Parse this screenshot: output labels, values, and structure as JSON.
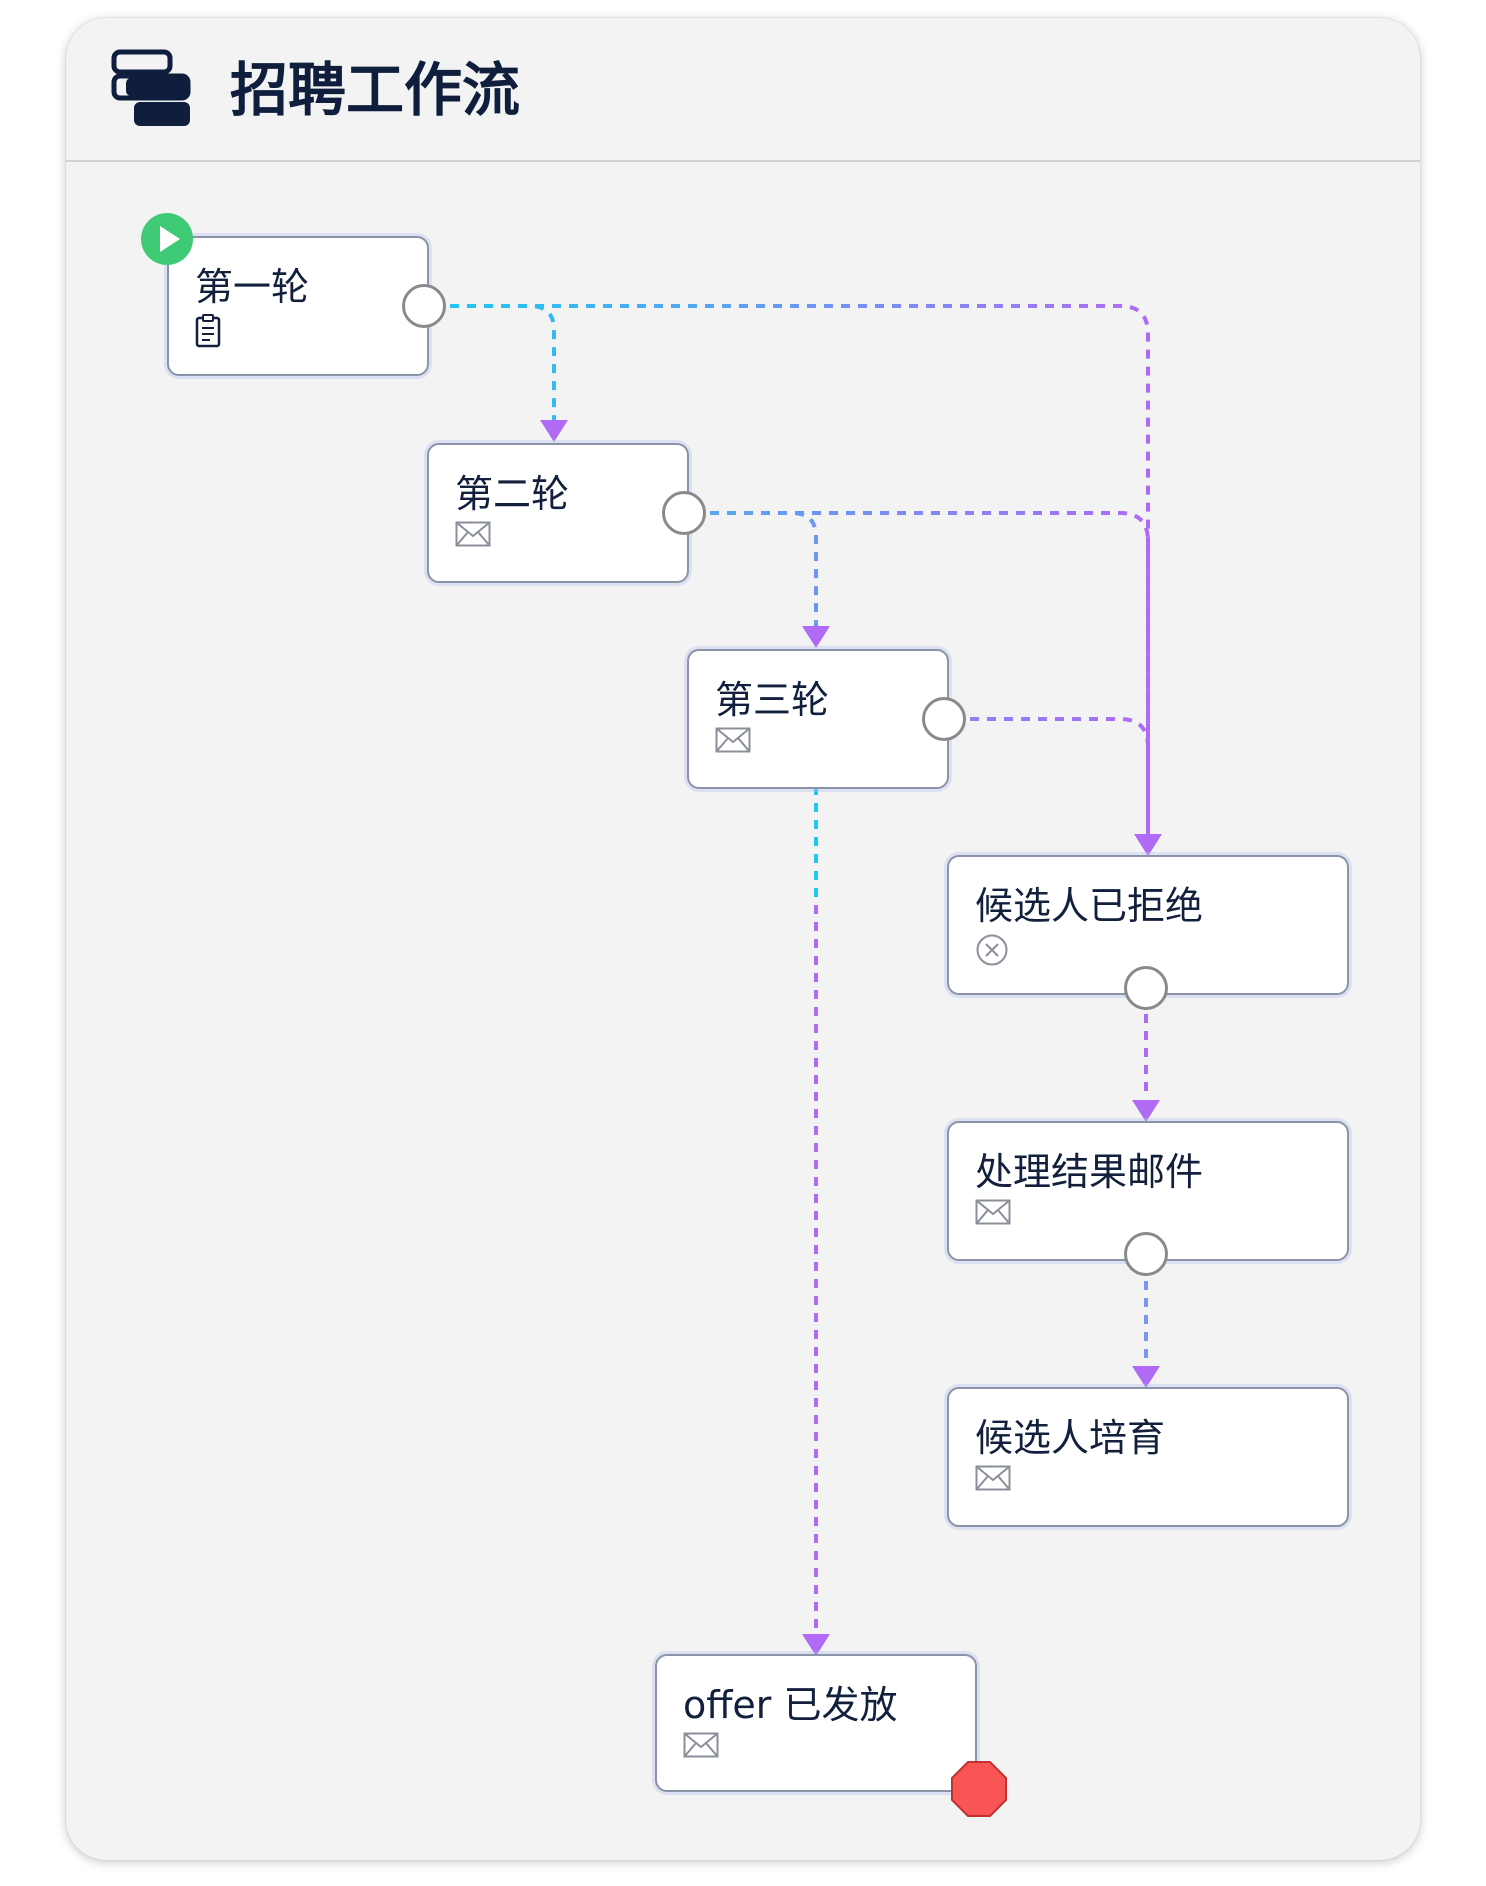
{
  "workflow": {
    "title": "招聘工作流",
    "icon": "workflow-layers-icon"
  },
  "nodes": [
    {
      "id": "round1",
      "label": "第一轮",
      "icon": "clipboard-icon"
    },
    {
      "id": "round2",
      "label": "第二轮",
      "icon": "mail-icon"
    },
    {
      "id": "round3",
      "label": "第三轮",
      "icon": "mail-icon"
    },
    {
      "id": "rejected",
      "label": "候选人已拒绝",
      "icon": "close-circle-icon"
    },
    {
      "id": "result_mail",
      "label": "处理结果邮件",
      "icon": "mail-icon"
    },
    {
      "id": "nurture",
      "label": "候选人培育",
      "icon": "mail-icon"
    },
    {
      "id": "offer",
      "label": "offer 已发放",
      "icon": "mail-icon"
    }
  ],
  "edges": [
    {
      "from": "round1",
      "to": "round2"
    },
    {
      "from": "round1",
      "to": "rejected"
    },
    {
      "from": "round2",
      "to": "round3"
    },
    {
      "from": "round2",
      "to": "rejected"
    },
    {
      "from": "round3",
      "to": "rejected"
    },
    {
      "from": "round3",
      "to": "offer"
    },
    {
      "from": "rejected",
      "to": "result_mail"
    },
    {
      "from": "result_mail",
      "to": "nurture"
    }
  ],
  "markers": {
    "start_icon": "play-circle-icon",
    "end_icon": "stop-octagon-icon"
  },
  "colors": {
    "edge_start": "#1ec8f0",
    "edge_end": "#b06af5",
    "start": "#3fcb76",
    "stop": "#fa5555",
    "title": "#0e1e3c"
  }
}
